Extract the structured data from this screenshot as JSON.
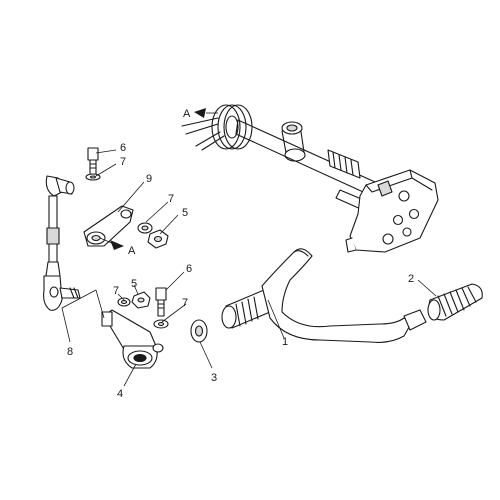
{
  "callouts": {
    "c1": "1",
    "c2": "2",
    "c3": "3",
    "c4": "4",
    "c5a": "5",
    "c5b": "5",
    "c6a": "6",
    "c6b": "6",
    "c7a": "7",
    "c7b": "7",
    "c7c": "7",
    "c7d": "7",
    "c8": "8",
    "c9": "9"
  },
  "view_markers": {
    "top": "A",
    "bottom": "A"
  }
}
